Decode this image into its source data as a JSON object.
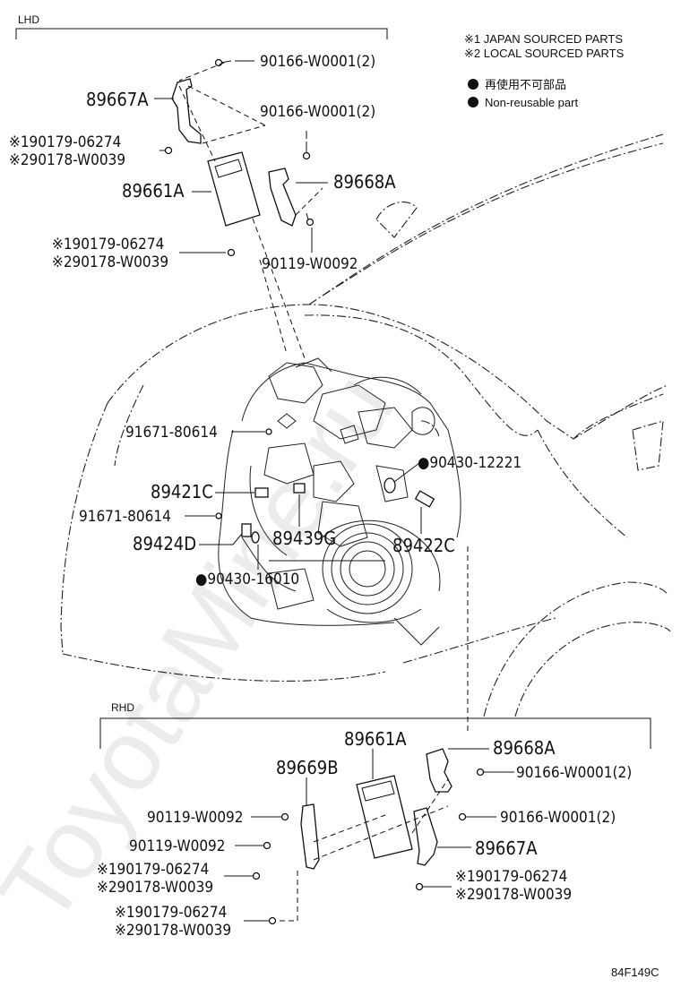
{
  "sections": {
    "lhd": "LHD",
    "rhd": "RHD"
  },
  "notes": {
    "japan": "※1 JAPAN SOURCED PARTS",
    "local": "※2 LOCAL SOURCED PARTS",
    "nonreusable_jp": "再使用不可部品",
    "nonreusable_en": "Non-reusable part"
  },
  "lhd_labels": {
    "l1": "90166-W0001(2)",
    "l2": "89667A",
    "l3": "90166-W0001(2)",
    "l4": "※190179-06274",
    "l5": "※290178-W0039",
    "l6": "89661A",
    "l7": "89668A",
    "l8": "※190179-06274",
    "l9": "※290178-W0039",
    "l10": "90119-W0092"
  },
  "engine_labels": {
    "e1": "91671-80614",
    "e2": "●90430-12221",
    "e3": "89421C",
    "e4": "91671-80614",
    "e5": "89424D",
    "e6": "89439G",
    "e7": "89422C",
    "e8": "●90430-16010"
  },
  "rhd_labels": {
    "r1": "89661A",
    "r2": "89668A",
    "r3": "89669B",
    "r4": "90166-W0001(2)",
    "r5": "90119-W0092",
    "r6": "90166-W0001(2)",
    "r7": "90119-W0092",
    "r8": "89667A",
    "r9": "※190179-06274",
    "r10": "※290178-W0039",
    "r11": "※190179-06274",
    "r12": "※290178-W0039",
    "r13": "※190179-06274",
    "r14": "※290178-W0039"
  },
  "watermark": "ToyotaMine.ru",
  "figure_id": "84F149C",
  "icons": {
    "nonreusable": "filled-circle-icon",
    "bolt": "bolt-icon",
    "nut": "nut-icon"
  },
  "colors": {
    "ink": "#111111",
    "background": "#ffffff"
  }
}
